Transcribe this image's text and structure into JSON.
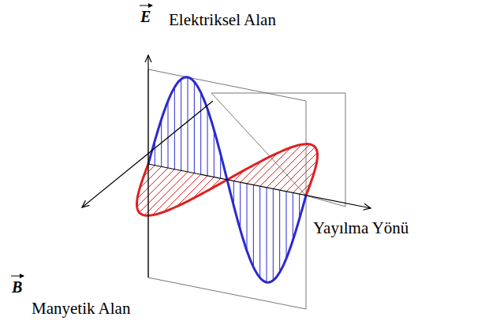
{
  "diagram": {
    "labels": [
      "E",
      "Elektriksel Alan",
      "Yayılma Yönü",
      "B",
      "Manyetik Alan"
    ]
  }
}
